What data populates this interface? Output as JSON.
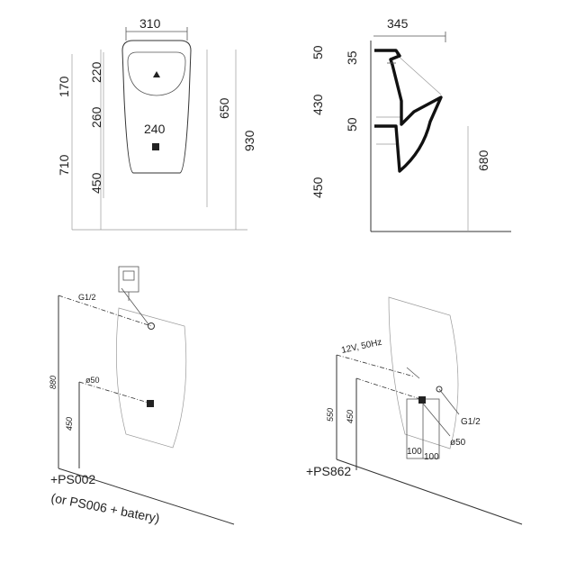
{
  "front_view": {
    "width_top": "310",
    "dim_170": "170",
    "dim_710": "710",
    "dim_220": "220",
    "dim_260": "260",
    "dim_450": "450",
    "dim_240": "240",
    "dim_650": "650",
    "dim_930": "930"
  },
  "side_view": {
    "depth_top": "345",
    "dim_50_top": "50",
    "dim_35": "35",
    "dim_430": "430",
    "dim_50_mid": "50",
    "dim_450": "450",
    "dim_680": "680"
  },
  "install_left": {
    "pipe_label": "G1/2",
    "drain_label": "ø50",
    "height_880": "880",
    "height_450": "450",
    "product_code": "+PS002",
    "alt_line": "(or PS006 + batery)"
  },
  "install_right": {
    "power_label": "12V, 50Hz",
    "pipe_label": "G1/2",
    "drain_label": "ø50",
    "height_550": "550",
    "height_450": "450",
    "box_100_a": "100",
    "box_100_b": "100",
    "product_code": "+PS862"
  }
}
